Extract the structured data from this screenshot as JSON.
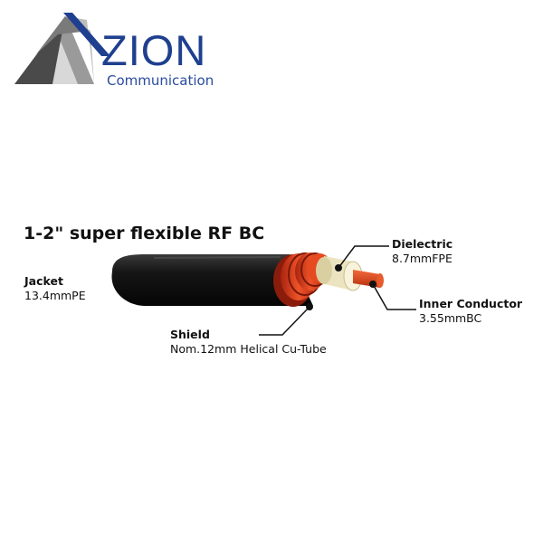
{
  "logo": {
    "brand": "ZION",
    "subtitle": "Communication",
    "colors": {
      "primary": "#1f3f8f",
      "prism_dark": "#555555",
      "prism_light": "#d8d8d8"
    }
  },
  "diagram": {
    "title": "1-2\" super flexible RF BC",
    "layers": [
      {
        "name": "Jacket",
        "spec": "13.4mmPE"
      },
      {
        "name": "Shield",
        "spec": "Nom.12mm Helical Cu-Tube"
      },
      {
        "name": "Dielectric",
        "spec": "8.7mmFPE"
      },
      {
        "name": "Inner Conductor",
        "spec": "3.55mmBC"
      }
    ],
    "colors": {
      "jacket": "#1a1a1a",
      "shield": "#e2421f",
      "dielectric": "#f5f0d6",
      "conductor": "#e04a1a"
    }
  }
}
